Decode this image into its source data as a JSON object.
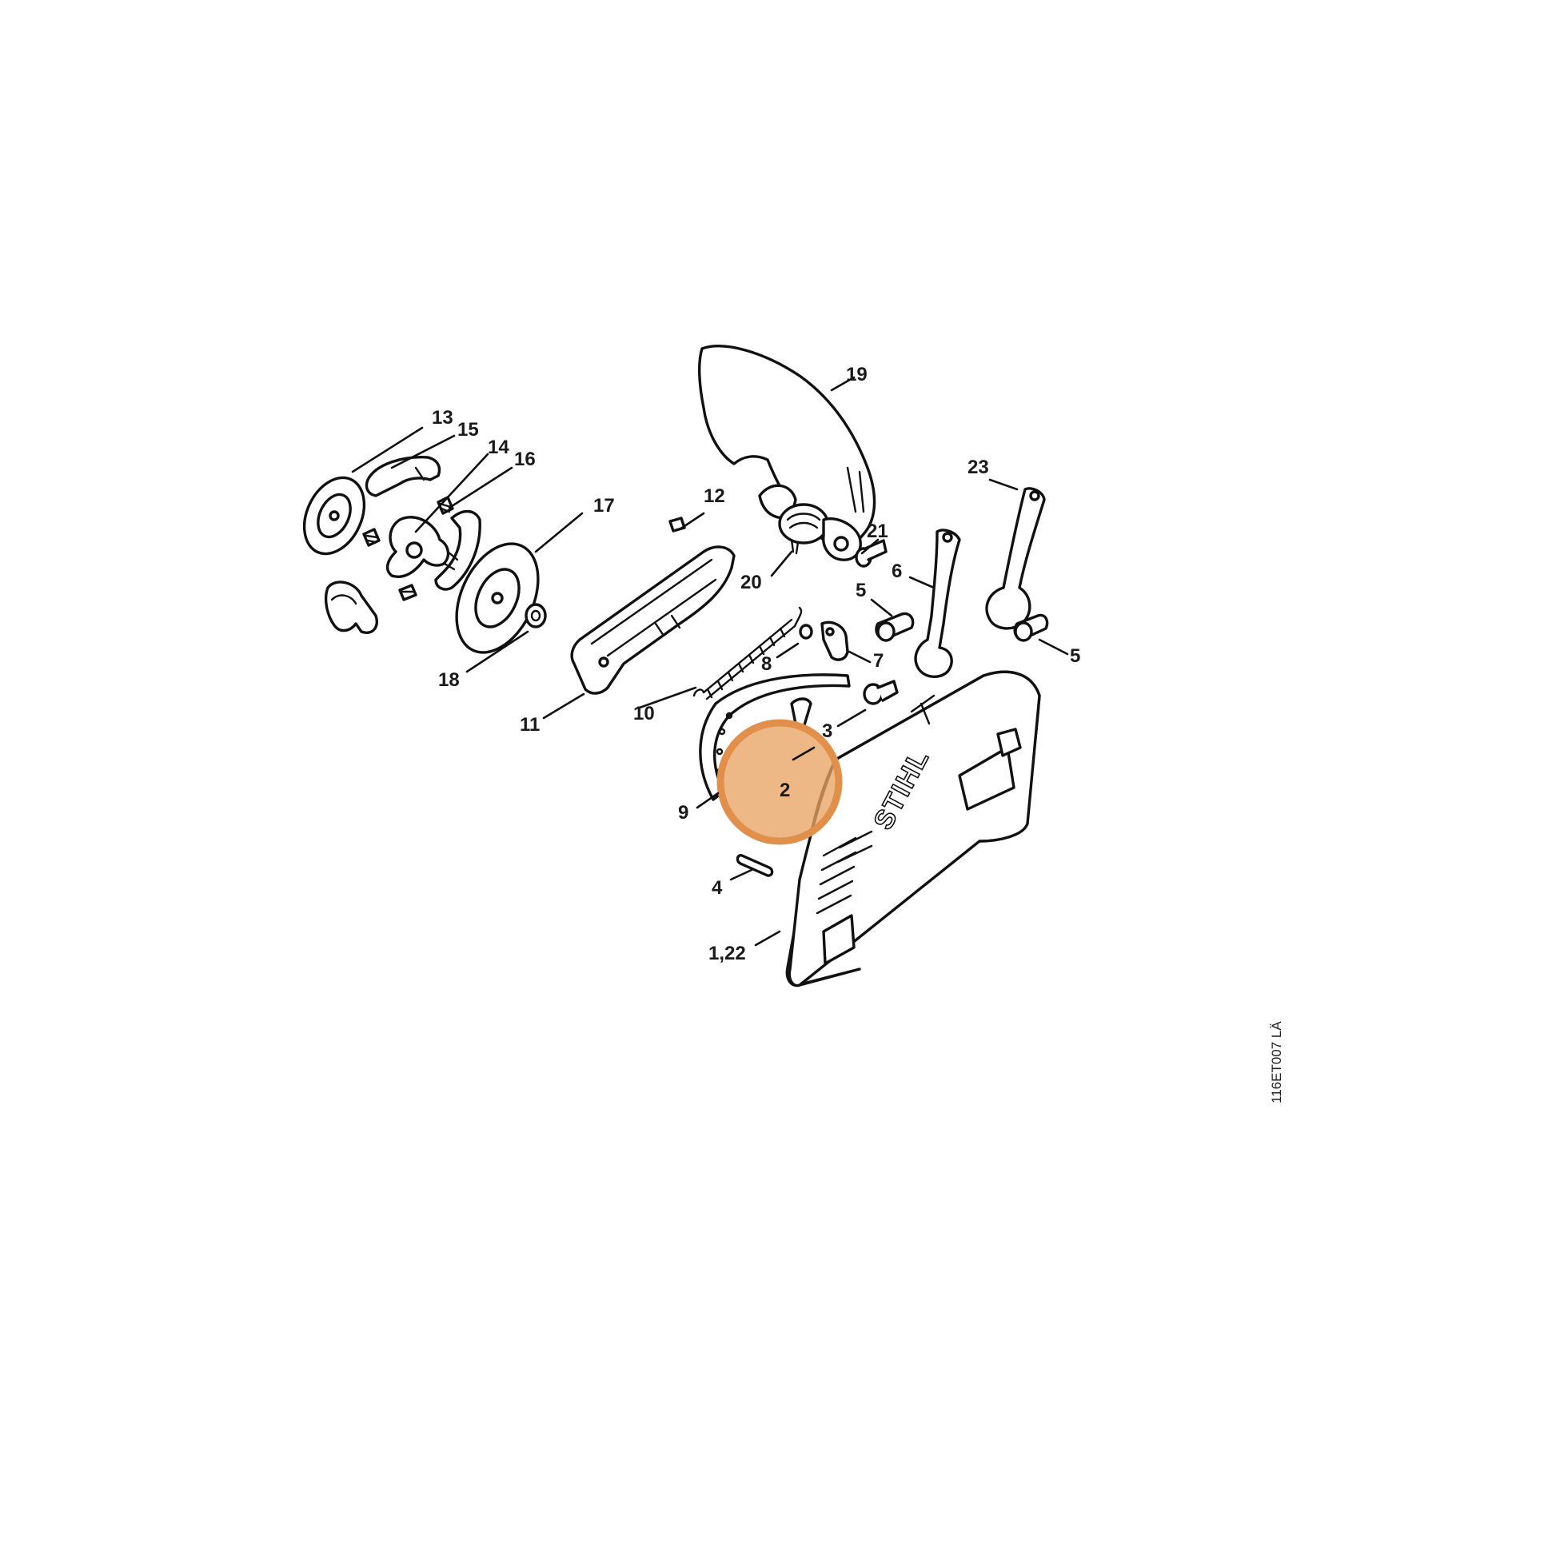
{
  "diagram": {
    "highlight_color": "#e9a464",
    "highlighted_callout": "2",
    "brand_mark": "STIHL",
    "drawing_reference": "116ET007 LÄ",
    "callouts": [
      {
        "id": "c1",
        "label": "1,22"
      },
      {
        "id": "c2",
        "label": "2"
      },
      {
        "id": "c3",
        "label": "3"
      },
      {
        "id": "c4",
        "label": "4"
      },
      {
        "id": "c5a",
        "label": "5"
      },
      {
        "id": "c5b",
        "label": "5"
      },
      {
        "id": "c6",
        "label": "6"
      },
      {
        "id": "c7",
        "label": "7"
      },
      {
        "id": "c8",
        "label": "8"
      },
      {
        "id": "c9",
        "label": "9"
      },
      {
        "id": "c10",
        "label": "10"
      },
      {
        "id": "c11",
        "label": "11"
      },
      {
        "id": "c12",
        "label": "12"
      },
      {
        "id": "c13",
        "label": "13"
      },
      {
        "id": "c14",
        "label": "14"
      },
      {
        "id": "c15",
        "label": "15"
      },
      {
        "id": "c16",
        "label": "16"
      },
      {
        "id": "c17",
        "label": "17"
      },
      {
        "id": "c18",
        "label": "18"
      },
      {
        "id": "c19",
        "label": "19"
      },
      {
        "id": "c20",
        "label": "20"
      },
      {
        "id": "c21",
        "label": "21"
      },
      {
        "id": "c23",
        "label": "23"
      }
    ]
  }
}
